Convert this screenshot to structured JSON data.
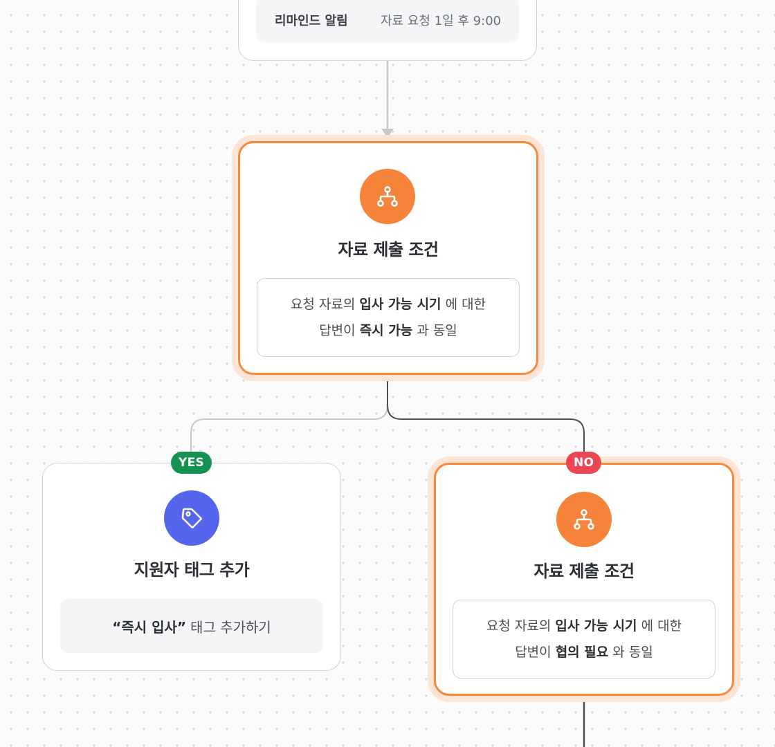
{
  "reminder_node": {
    "label": "리마인드 알림",
    "value": "자료 요청 1일 후 9:00"
  },
  "condition_node_1": {
    "icon": "branch-icon",
    "title": "자료 제출 조건",
    "line1_prefix": "요청 자료의",
    "line1_bold": "입사 가능 시기",
    "line1_suffix": "에 대한",
    "line2_prefix": "답변이",
    "line2_bold": "즉시 가능",
    "line2_suffix": "과 동일"
  },
  "branches": {
    "yes_label": "YES",
    "no_label": "NO"
  },
  "tag_node": {
    "icon": "tag-icon",
    "title": "지원자 태그 추가",
    "action_bold": "“즉시 입사”",
    "action_suffix": "태그 추가하기"
  },
  "condition_node_2": {
    "icon": "branch-icon",
    "title": "자료 제출 조건",
    "line1_prefix": "요청 자료의",
    "line1_bold": "입사 가능 시기",
    "line1_suffix": "에 대한",
    "line2_prefix": "답변이",
    "line2_bold": "협의 필요",
    "line2_suffix": "와 동일"
  },
  "colors": {
    "accent_orange": "#f5843a",
    "tag_indigo": "#5665ee",
    "yes_green": "#14924f",
    "no_red": "#ec4553"
  }
}
